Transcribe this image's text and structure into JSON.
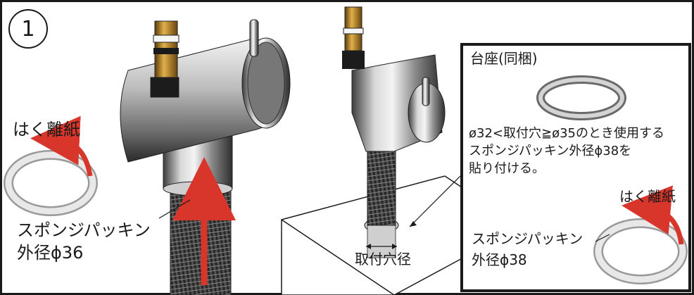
{
  "step": {
    "number": "1"
  },
  "left_panel": {
    "peel_paper_label": "はく離紙",
    "sponge_packing_line1": "スポンジパッキン",
    "sponge_packing_line2": "外径ϕ36"
  },
  "middle_panel": {
    "hole_diameter_label": "取付穴径"
  },
  "inset": {
    "base_seat_label": "台座(同梱)",
    "instruction_line1": "ø32<取付穴≧ø35のとき使用する",
    "instruction_line2": "スポンジパッキン外径ϕ38を",
    "instruction_line3": "貼り付ける。",
    "peel_paper_label": "はく離紙",
    "sponge_packing_line1": "スポンジパッキン",
    "sponge_packing_line2": "外径ϕ38"
  },
  "colors": {
    "arrow_red": "#d9362b",
    "outline": "#1a1a1a",
    "brass": "#b8862a",
    "chrome_light": "#e6e6e6",
    "chrome_dark": "#4a4a4a"
  }
}
